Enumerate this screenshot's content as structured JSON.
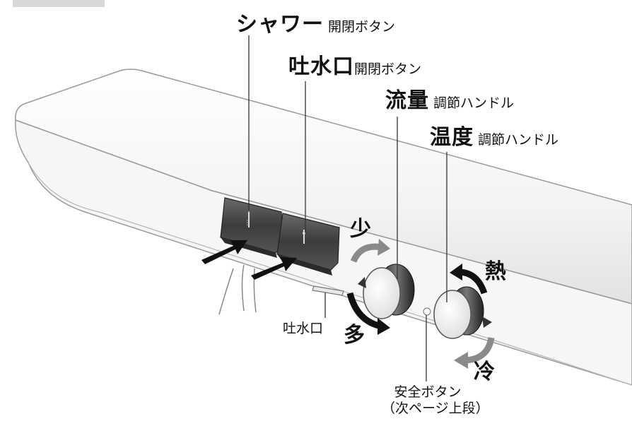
{
  "labels": {
    "shower": {
      "title": "シャワー",
      "sub": "開閉ボタン"
    },
    "spout": {
      "title": "吐水口",
      "sub": "開閉ボタン"
    },
    "flow": {
      "title": "流量",
      "sub": "調節ハンドル"
    },
    "temp": {
      "title": "温度",
      "sub": "調節ハンドル"
    }
  },
  "directions": {
    "less": "少",
    "more": "多",
    "hot": "熱",
    "cold": "冷"
  },
  "callouts": {
    "outlet": "吐水口",
    "safety_button": "安全ボタン",
    "safety_note": "（次ページ上段）"
  },
  "colors": {
    "body_fill": "#f4f4f4",
    "body_stroke": "#9a9a9a",
    "button_dark": "#4a4a4a",
    "knob_dark": "#2e2e2e",
    "arrow_gray": "#8a8a8a",
    "arrow_black": "#111111"
  }
}
